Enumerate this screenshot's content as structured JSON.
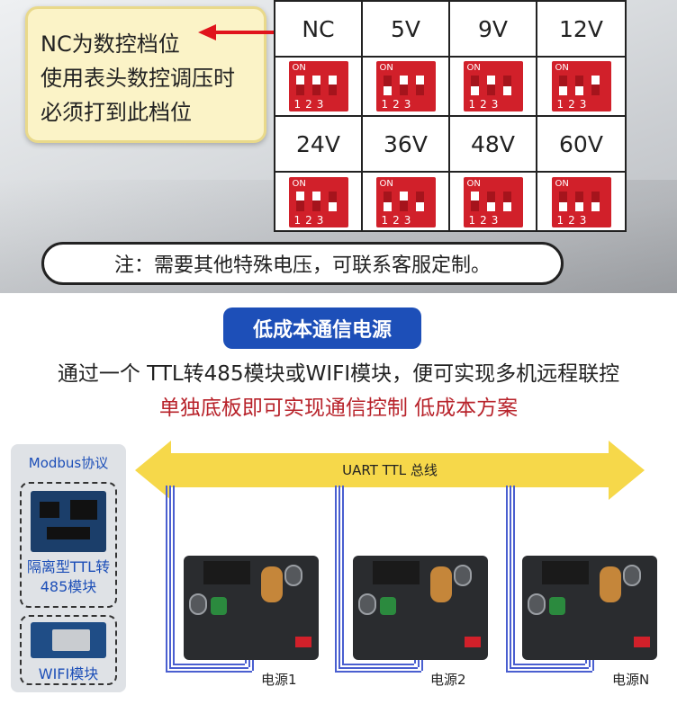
{
  "top": {
    "note_lines": [
      "NC为数控档位",
      "使用表头数控调压时",
      "必须打到此档位"
    ],
    "table": {
      "rows": [
        {
          "labels": [
            "NC",
            "5V",
            "9V",
            "12V"
          ],
          "switches": [
            [
              1,
              1,
              1
            ],
            [
              0,
              1,
              1
            ],
            [
              0,
              1,
              0
            ],
            [
              0,
              0,
              1
            ]
          ]
        },
        {
          "labels": [
            "24V",
            "36V",
            "48V",
            "60V"
          ],
          "switches": [
            [
              1,
              1,
              0
            ],
            [
              0,
              1,
              0
            ],
            [
              1,
              0,
              0
            ],
            [
              0,
              0,
              0
            ]
          ]
        }
      ],
      "dip_on_label": "ON",
      "dip_numbers": "123"
    },
    "footer_note": "注：需要其他特殊电压，可联系客服定制。"
  },
  "middle": {
    "badge": "低成本通信电源",
    "line1": "通过一个 TTL转485模块或WIFI模块，便可实现多机远程联控",
    "line2": "单独底板即可实现通信控制  低成本方案"
  },
  "diagram": {
    "modbus_label": "Modbus协议",
    "isolation_label": "隔离型TTL转485模块",
    "wifi_label": "WIFI模块",
    "bus_label": "UART TTL 总线",
    "power_labels": [
      "电源1",
      "电源2",
      "电源N"
    ]
  },
  "colors": {
    "accent_blue": "#1d4fb8",
    "accent_red": "#e0141c",
    "bus_yellow": "#f6d84a"
  }
}
